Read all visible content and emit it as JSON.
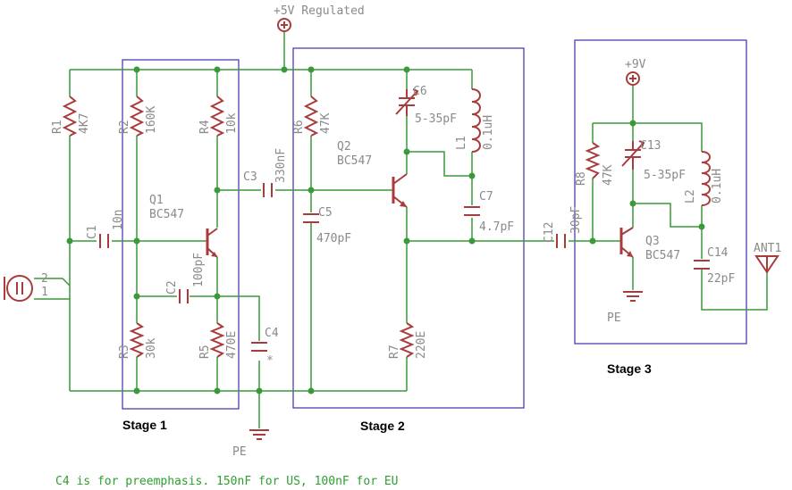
{
  "supply": {
    "main_label": "+5V Regulated",
    "stage3_label": "+9V"
  },
  "stages": {
    "s1": "Stage 1",
    "s2": "Stage 2",
    "s3": "Stage 3"
  },
  "components": {
    "R1": {
      "name": "R1",
      "value": "4K7"
    },
    "R2": {
      "name": "R2",
      "value": "160K"
    },
    "R3": {
      "name": "R3",
      "value": "30k"
    },
    "R4": {
      "name": "R4",
      "value": "10k"
    },
    "R5": {
      "name": "R5",
      "value": "470E"
    },
    "R6": {
      "name": "R6",
      "value": "47K"
    },
    "R7": {
      "name": "R7",
      "value": "220E"
    },
    "R8": {
      "name": "R8",
      "value": "47K"
    },
    "C1": {
      "name": "C1",
      "value": "10n"
    },
    "C2": {
      "name": "C2",
      "value": "100pF"
    },
    "C3": {
      "name": "C3",
      "value": "330nF"
    },
    "C4": {
      "name": "C4",
      "value": "*"
    },
    "C5": {
      "name": "C5",
      "value": "470pF"
    },
    "C6": {
      "name": "C6",
      "value": "5-35pF"
    },
    "C7": {
      "name": "C7",
      "value": "4.7pF"
    },
    "C12": {
      "name": "C12",
      "value": "30pF"
    },
    "C13": {
      "name": "C13",
      "value": "5-35pF"
    },
    "C14": {
      "name": "C14",
      "value": "22pF"
    },
    "L1": {
      "name": "L1",
      "value": "0.1uH"
    },
    "L2": {
      "name": "L2",
      "value": "0.1uH"
    },
    "Q1": {
      "name": "Q1",
      "value": "BC547"
    },
    "Q2": {
      "name": "Q2",
      "value": "BC547"
    },
    "Q3": {
      "name": "Q3",
      "value": "BC547"
    },
    "ANT1": {
      "name": "ANT1"
    },
    "MIC": {
      "pin1": "1",
      "pin2": "2"
    }
  },
  "ground_labels": {
    "main": "PE",
    "stage3": "PE"
  },
  "note": "C4 is for preemphasis. 150nF for US, 100nF for EU",
  "colors": {
    "wire": "#3a9a3a",
    "part": "#a83c3c",
    "frame": "#3a2fb0",
    "label": "#8a8a8a",
    "note": "#2e9e2e"
  }
}
